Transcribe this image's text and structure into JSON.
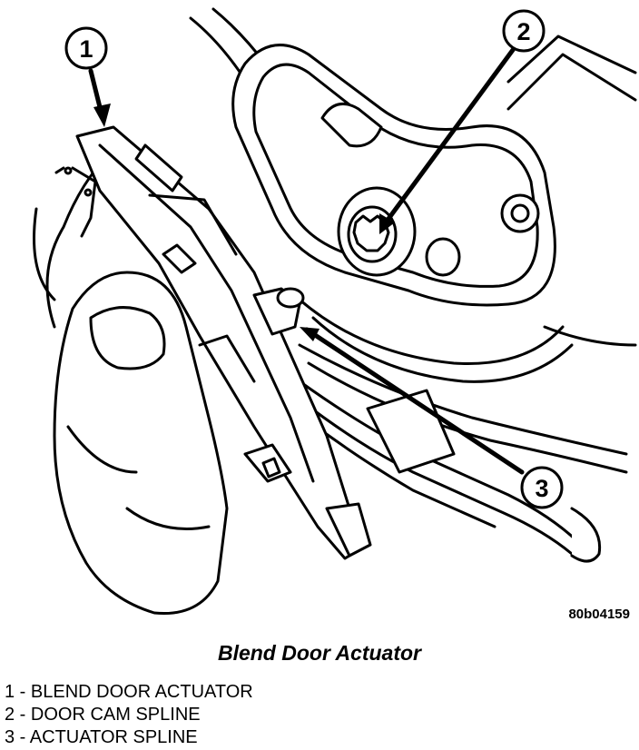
{
  "figure": {
    "reference_code": "80b04159",
    "title": "Blend Door Actuator",
    "callouts": [
      {
        "number": "1",
        "label": "BLEND DOOR ACTUATOR"
      },
      {
        "number": "2",
        "label": "DOOR CAM SPLINE"
      },
      {
        "number": "3",
        "label": "ACTUATOR SPLINE"
      }
    ],
    "legend": [
      "1 - BLEND DOOR ACTUATOR",
      "2 - DOOR CAM SPLINE",
      "3 - ACTUATOR SPLINE"
    ]
  }
}
